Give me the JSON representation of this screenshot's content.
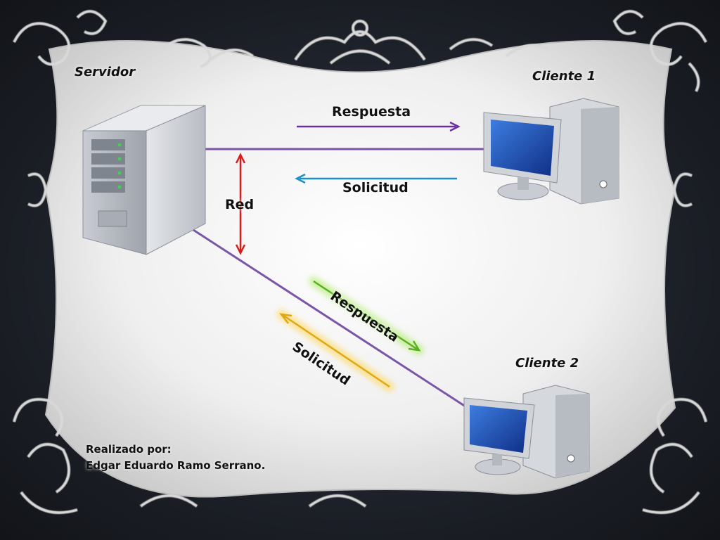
{
  "slide": {
    "nodes": {
      "server": "Servidor",
      "client1": "Cliente 1",
      "client2": "Cliente 2"
    },
    "network_label": "Red",
    "top_link": {
      "response_label": "Respuesta",
      "request_label": "Solicitud"
    },
    "bottom_link": {
      "response_label": "Respuesta",
      "request_label": "Solicitud"
    },
    "credits": {
      "line1": "Realizado por:",
      "line2": "Edgar Eduardo Ramo Serrano."
    },
    "colors": {
      "background": "#1e222a",
      "card": "#eeeeee",
      "link_line": "#7a55a8",
      "top_response_arrow": "#7a3fb0",
      "top_request_arrow": "#1f9fd8",
      "network_arrow": "#e02020",
      "bottom_response_arrow": "#6abf2a",
      "bottom_request_arrow": "#e6b820",
      "monitor_screen": "#1d4fb8"
    }
  }
}
